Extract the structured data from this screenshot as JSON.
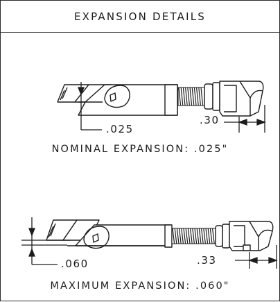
{
  "header": {
    "title": "EXPANSION DETAILS"
  },
  "nominal": {
    "gap_label": ".025",
    "offset_label": ".30",
    "caption": "NOMINAL EXPANSION: .025\""
  },
  "maximum": {
    "gap_label": ".060",
    "offset_label": ".33",
    "caption": "MAXIMUM EXPANSION: .060\""
  },
  "icons": [
    "expander-tool-icon"
  ]
}
